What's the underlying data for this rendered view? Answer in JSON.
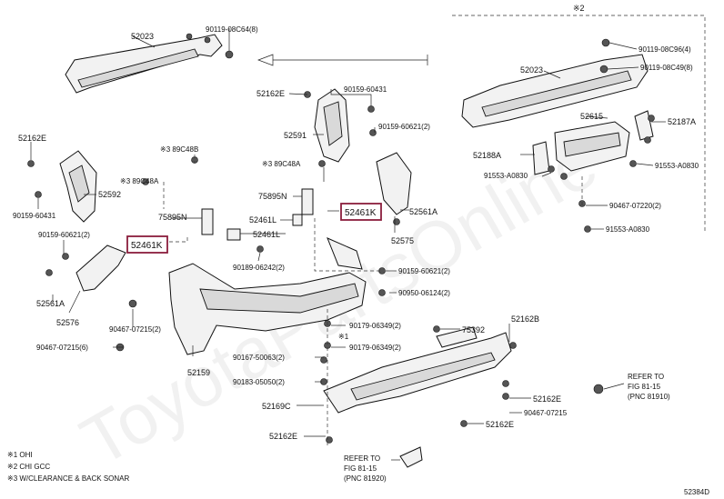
{
  "callouts": {
    "c52023_left": "52023",
    "c90119_08c64": "90119-08C64(8)",
    "c52162E_top": "52162E",
    "c90159_60431_top": "90159-60431",
    "c52591": "52591",
    "c90159_60621_top": "90159-60621(2)",
    "c52162E_left": "52162E",
    "c52592": "52592",
    "c90159_60431_left": "90159-60431",
    "c89C48B": "※3 89C48B",
    "c89C48A_left": "※3 89C48A",
    "c75895N_left": "75895N",
    "c89C48A_mid": "※3 89C48A",
    "c75895N_mid": "75895N",
    "c52461L_a": "52461L",
    "c52461L_b": "52461L",
    "c52461K_left": "52461K",
    "c52461K_mid": "52461K",
    "c52561A_right": "52561A",
    "c52575": "52575",
    "c90159_60621_left": "90159-60621(2)",
    "c90189_06242": "90189-06242(2)",
    "c90159_60621_mid": "90159-60621(2)",
    "c52561A_left": "52561A",
    "c52576": "52576",
    "c90950_06124": "90950-06124(2)",
    "c90467_07215_2": "90467-07215(2)",
    "c90467_07215_6": "90467-07215(6)",
    "c90179_06349_a": "90179-06349(2)",
    "c52159": "52159",
    "c_star1_a": "※1",
    "c90179_06349_b": "90179-06349(2)",
    "c90167_50063": "90167-50063(2)",
    "c90183_05050": "90183-05050(2)",
    "c52169C": "52169C",
    "c52162E_bot": "52162E",
    "c75392": "75392",
    "c52162B": "52162B",
    "c52162E_r1": "52162E",
    "c90467_07215_r": "90467-07215",
    "c52162E_r2": "52162E",
    "c_star2": "※2",
    "c90119_08C96": "90119-08C96(4)",
    "c52023_right": "52023",
    "c90119_08C49": "90119-08C49(8)",
    "c52615": "52615",
    "c52187A": "52187A",
    "c52188A": "52188A",
    "c91553_A0830_a": "91553-A0830",
    "c91553_A0830_b": "91553-A0830",
    "c90467_07220": "90467-07220(2)",
    "c91553_A0830_c": "91553-A0830"
  },
  "refer_notes": {
    "right": [
      "REFER TO",
      "FIG 81-15",
      "(PNC 81910)"
    ],
    "bottom": [
      "REFER TO",
      "FIG 81-15",
      "(PNC 81920)"
    ]
  },
  "legend": [
    "※1  OHI",
    "※2  CHI  GCC",
    "※3  W/CLEARANCE & BACK SONAR"
  ],
  "diagram_id": "52384D",
  "watermark": "ToyotaPartsOnline",
  "colors": {
    "highlight": "#8a1e3c",
    "line": "#111111",
    "part_fill": "#f2f2f2"
  }
}
